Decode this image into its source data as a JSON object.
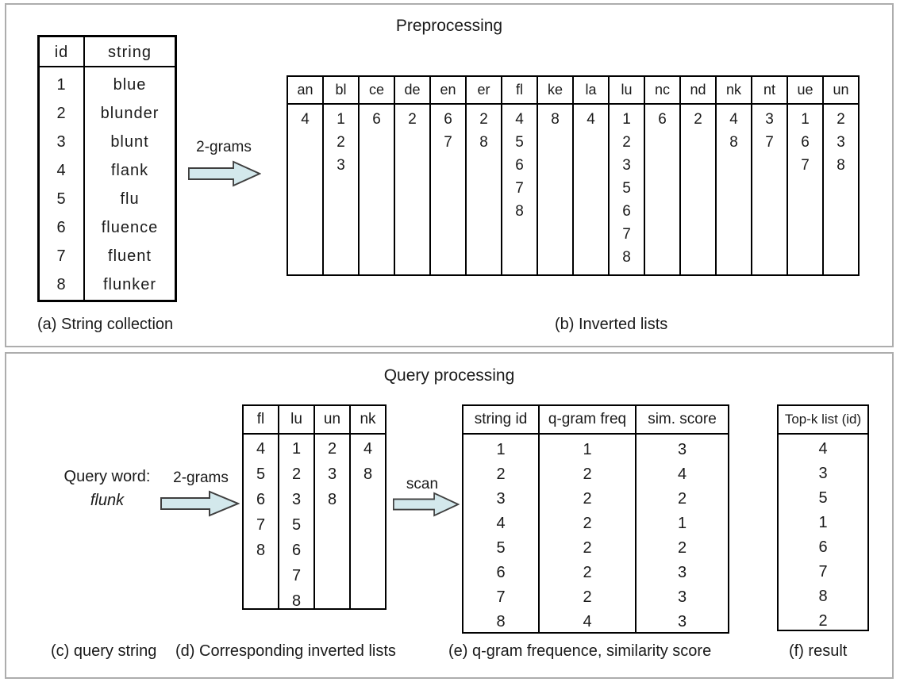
{
  "panels": {
    "preprocessing": {
      "title": "Preprocessing",
      "arrow_label": "2-grams",
      "caption_a": "(a) String collection",
      "caption_b": "(b) Inverted lists"
    },
    "query": {
      "title": "Query processing",
      "query_label": "Query word:",
      "query_word": "flunk",
      "arrow_grams_label": "2-grams",
      "arrow_scan_label": "scan",
      "caption_c": "(c) query string",
      "caption_d": "(d) Corresponding inverted lists",
      "caption_e": "(e) q-gram frequence, similarity score",
      "caption_f": "(f) result"
    }
  },
  "string_collection": {
    "headers": [
      "id",
      "string"
    ],
    "ids": [
      1,
      2,
      3,
      4,
      5,
      6,
      7,
      8
    ],
    "strings": [
      "blue",
      "blunder",
      "blunt",
      "flank",
      "flu",
      "fluence",
      "fluent",
      "flunker"
    ]
  },
  "inverted_lists": {
    "columns": [
      {
        "gram": "an",
        "ids": [
          4
        ]
      },
      {
        "gram": "bl",
        "ids": [
          1,
          2,
          3
        ]
      },
      {
        "gram": "ce",
        "ids": [
          6
        ]
      },
      {
        "gram": "de",
        "ids": [
          2
        ]
      },
      {
        "gram": "en",
        "ids": [
          6,
          7
        ]
      },
      {
        "gram": "er",
        "ids": [
          2,
          8
        ]
      },
      {
        "gram": "fl",
        "ids": [
          4,
          5,
          6,
          7,
          8
        ]
      },
      {
        "gram": "ke",
        "ids": [
          8
        ]
      },
      {
        "gram": "la",
        "ids": [
          4
        ]
      },
      {
        "gram": "lu",
        "ids": [
          1,
          2,
          3,
          5,
          6,
          7,
          8
        ]
      },
      {
        "gram": "nc",
        "ids": [
          6
        ]
      },
      {
        "gram": "nd",
        "ids": [
          2
        ]
      },
      {
        "gram": "nk",
        "ids": [
          4,
          8
        ]
      },
      {
        "gram": "nt",
        "ids": [
          3,
          7
        ]
      },
      {
        "gram": "ue",
        "ids": [
          1,
          6,
          7
        ]
      },
      {
        "gram": "un",
        "ids": [
          2,
          3,
          8
        ]
      }
    ]
  },
  "query_inverted_lists": {
    "columns": [
      {
        "gram": "fl",
        "ids": [
          4,
          5,
          6,
          7,
          8
        ]
      },
      {
        "gram": "lu",
        "ids": [
          1,
          2,
          3,
          5,
          6,
          7,
          8
        ]
      },
      {
        "gram": "un",
        "ids": [
          2,
          3,
          8
        ]
      },
      {
        "gram": "nk",
        "ids": [
          4,
          8
        ]
      }
    ]
  },
  "scores_table": {
    "headers": [
      "string id",
      "q-gram freq",
      "sim. score"
    ],
    "string_ids": [
      1,
      2,
      3,
      4,
      5,
      6,
      7,
      8
    ],
    "qgram_freq": [
      1,
      2,
      2,
      2,
      2,
      2,
      2,
      4
    ],
    "sim_score": [
      3,
      4,
      2,
      1,
      2,
      3,
      3,
      3
    ]
  },
  "topk": {
    "header": "Top-k list (id)",
    "ids": [
      4,
      3,
      5,
      1,
      6,
      7,
      8,
      2
    ]
  },
  "colors": {
    "arrow_fill": "#d3e8ec",
    "arrow_stroke": "#3f3f3f"
  }
}
